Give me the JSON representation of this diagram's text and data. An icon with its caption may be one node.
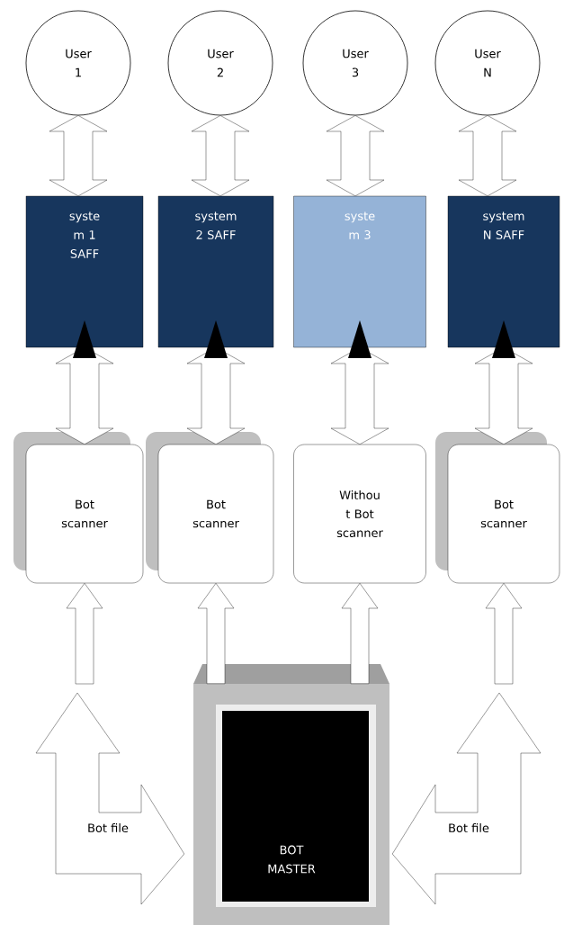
{
  "diagram": {
    "nodes": [
      {
        "text": [
          "User 1"
        ]
      },
      {
        "text": [
          "User 2"
        ]
      },
      {
        "text": [
          "User 3"
        ]
      },
      {
        "text": [
          "User N"
        ]
      },
      {
        "text": [
          "syste m 1 SAFF"
        ]
      },
      {
        "text": [
          "system 2 SAFF"
        ]
      },
      {
        "text": [
          "syste m 3"
        ]
      },
      {
        "text": [
          "system N SAFF"
        ]
      },
      {
        "text": [
          "Bot scanner"
        ]
      },
      {
        "text": [
          "Bot scanner"
        ]
      },
      {
        "text": [
          "Withou t Bot scanner"
        ]
      },
      {
        "text": [
          "Bot scanner"
        ]
      },
      {
        "text": [
          "BOT MASTER"
        ]
      }
    ],
    "edges": [
      {
        "from": 0,
        "to": 4,
        "arrow": "both"
      },
      {
        "from": 1,
        "to": 5,
        "arrow": "both"
      },
      {
        "from": 2,
        "to": 6,
        "arrow": "both"
      },
      {
        "from": 3,
        "to": 7,
        "arrow": "both"
      },
      {
        "from": 4,
        "to": 8,
        "arrow": "both"
      },
      {
        "from": 5,
        "to": 9,
        "arrow": "both"
      },
      {
        "from": 6,
        "to": 10,
        "arrow": "both"
      },
      {
        "from": 7,
        "to": 11,
        "arrow": "both"
      },
      {
        "from": null,
        "to": 8,
        "arrow": "to"
      },
      {
        "from": 12,
        "to": 9,
        "arrow": "to"
      },
      {
        "from": 12,
        "to": 10,
        "arrow": "to"
      },
      {
        "from": null,
        "to": 11,
        "arrow": "to"
      },
      {
        "from": null,
        "to": 12,
        "arrow": "both",
        "label": "Bot file"
      },
      {
        "from": null,
        "to": 12,
        "arrow": "both",
        "label": "Bot file"
      }
    ]
  }
}
